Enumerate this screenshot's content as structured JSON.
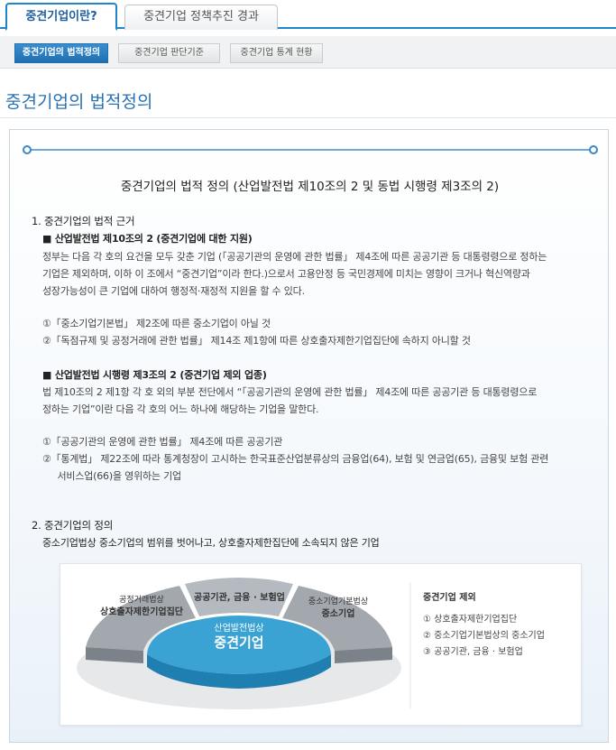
{
  "top_tabs": [
    {
      "label": "중견기업이란?",
      "active": true
    },
    {
      "label": "중견기업 정책추진 경과",
      "active": false
    }
  ],
  "sub_tabs": [
    {
      "label": "중견기업의 법적정의",
      "active": true
    },
    {
      "label": "중견기업 판단기준",
      "active": false
    },
    {
      "label": "중견기업 통계 현황",
      "active": false
    }
  ],
  "page_title": "중견기업의 법적정의",
  "content": {
    "heading": "중견기업의 법적 정의 (산업발전법 제10조의 2 및 동법 시행령 제3조의 2)",
    "section1": {
      "title": "1. 중견기업의 법적 근거",
      "law1": {
        "title": "■ 산업발전법 제10조의 2 (중견기업에 대한 지원)",
        "lines": [
          "정부는 다음 각 호의 요건을 모두 갖춘 기업 (「공공기관의 운영에 관한 법률」 제4조에 따른 공공기관 등 대통령령으로 정하는",
          "기업은 제외하며, 이하 이 조에서 “중견기업”이라 한다.)으로서 고용안정 등 국민경제에 미치는 영향이 크거나 혁신역량과",
          "성장가능성이 큰 기업에 대하여 행정적·재정적 지원을 할 수 있다."
        ],
        "items": [
          "①「중소기업기본법」 제2조에 따른 중소기업이 아닐 것",
          "②「독점규제 및 공정거래에 관한 법률」 제14조 제1항에 따른 상호출자제한기업집단에 속하지 아니할 것"
        ]
      },
      "law2": {
        "title": "■ 산업발전법 시행령 제3조의 2 (중견기업 제외 업종)",
        "lines": [
          "법 제10조의 2 제1항 각 호 외의 부분 전단에서 “「공공기관의 운영에 관한 법률」 제4조에 따른 공공기관 등 대통령령으로",
          " 정하는 기업”이란 다음 각 호의 어느 하나에 해당하는 기업을 말한다."
        ],
        "items": [
          "①「공공기관의 운영에 관한 법률」 제4조에 따른 공공기관",
          "②「통계법」 제22조에 따라 통계청장이 고시하는 한국표준산업분류상의 금융업(64), 보험 및 연금업(65), 금융및 보험 관련",
          "     서비스업(66)을 영위하는 기업"
        ]
      }
    },
    "section2": {
      "title": "2. 중견기업의 정의",
      "text": "중소기업법상 중소기업의 범위를 벗어나고, 상호출자제한집단에 소속되지 않은 기업"
    },
    "diagram": {
      "left_label_1": "공정거래법상",
      "left_label_2": "상호출자제한기업집단",
      "top_label": "공공기관, 금융 · 보험업",
      "right_label_1": "중소기업기본법상",
      "right_label_2": "중소기업",
      "center_label_1": "산업발전법상",
      "center_label_2": "중견기업",
      "legend_title": "중견기업 제외",
      "legend_items": [
        "① 상호출자제한기업집단",
        "② 중소기업기본법상의 중소기업",
        "③ 공공기관, 금융 · 보험업"
      ],
      "colors": {
        "center": "#3aa3d4",
        "segment": "#9aa0a6",
        "segment_light": "#c9cdd1"
      }
    }
  }
}
